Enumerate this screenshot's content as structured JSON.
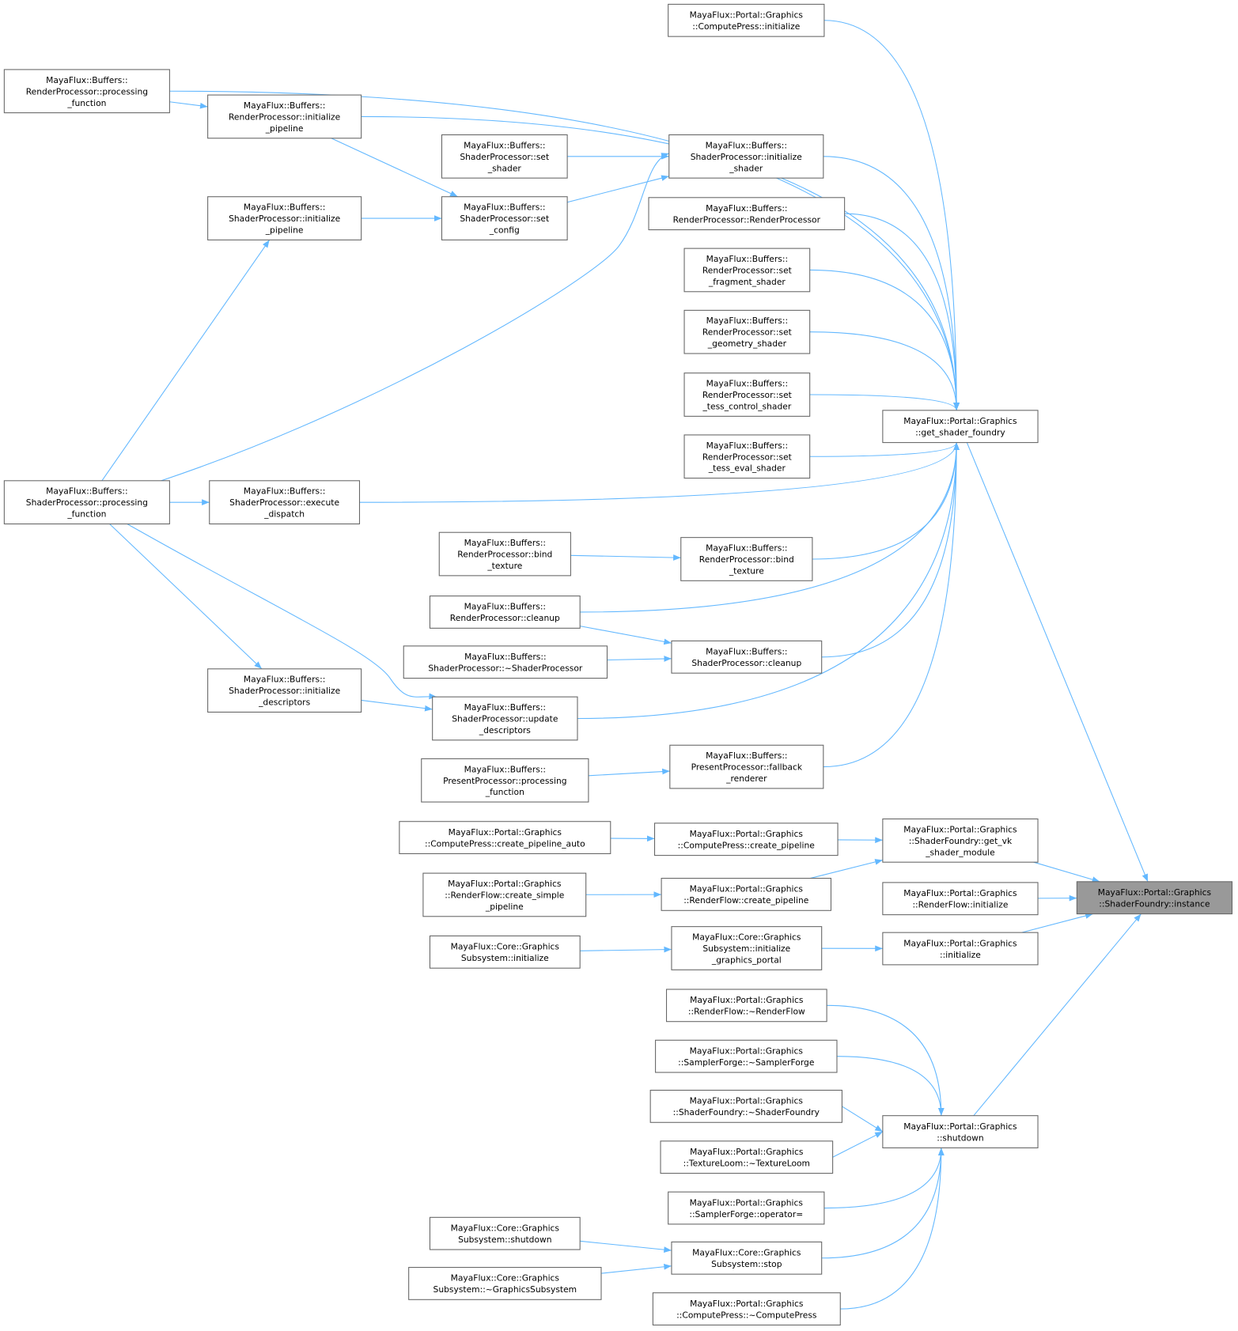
{
  "title": "Caller graph: MayaFlux::Portal::Graphics::ShaderFoundry::instance",
  "colors": {
    "edge": "#63b8ff",
    "highlight_fill": "#999999",
    "node_border": "#666666"
  },
  "nodes": [
    {
      "id": "instance",
      "lines": [
        "MayaFlux::Portal::Graphics",
        "::ShaderFoundry::instance"
      ],
      "highlighted": true
    },
    {
      "id": "get_shader_foundry",
      "lines": [
        "MayaFlux::Portal::Graphics",
        "::get_shader_foundry"
      ]
    },
    {
      "id": "cp_initialize",
      "lines": [
        "MayaFlux::Portal::Graphics",
        "::ComputePress::initialize"
      ]
    },
    {
      "id": "rp_processing_function",
      "lines": [
        "MayaFlux::Buffers::",
        "RenderProcessor::processing",
        "_function"
      ]
    },
    {
      "id": "rp_initialize_pipeline",
      "lines": [
        "MayaFlux::Buffers::",
        "RenderProcessor::initialize",
        "_pipeline"
      ]
    },
    {
      "id": "sp_set_shader",
      "lines": [
        "MayaFlux::Buffers::",
        "ShaderProcessor::set",
        "_shader"
      ]
    },
    {
      "id": "sp_initialize_shader",
      "lines": [
        "MayaFlux::Buffers::",
        "ShaderProcessor::initialize",
        "_shader"
      ]
    },
    {
      "id": "rp_ctor",
      "lines": [
        "MayaFlux::Buffers::",
        "RenderProcessor::RenderProcessor"
      ]
    },
    {
      "id": "sp_initialize_pipeline",
      "lines": [
        "MayaFlux::Buffers::",
        "ShaderProcessor::initialize",
        "_pipeline"
      ]
    },
    {
      "id": "sp_set_config",
      "lines": [
        "MayaFlux::Buffers::",
        "ShaderProcessor::set",
        "_config"
      ]
    },
    {
      "id": "rp_set_fragment_shader",
      "lines": [
        "MayaFlux::Buffers::",
        "RenderProcessor::set",
        "_fragment_shader"
      ]
    },
    {
      "id": "rp_set_geometry_shader",
      "lines": [
        "MayaFlux::Buffers::",
        "RenderProcessor::set",
        "_geometry_shader"
      ]
    },
    {
      "id": "rp_set_tess_control_shader",
      "lines": [
        "MayaFlux::Buffers::",
        "RenderProcessor::set",
        "_tess_control_shader"
      ]
    },
    {
      "id": "rp_set_tess_eval_shader",
      "lines": [
        "MayaFlux::Buffers::",
        "RenderProcessor::set",
        "_tess_eval_shader"
      ]
    },
    {
      "id": "sp_processing_function",
      "lines": [
        "MayaFlux::Buffers::",
        "ShaderProcessor::processing",
        "_function"
      ]
    },
    {
      "id": "sp_execute_dispatch",
      "lines": [
        "MayaFlux::Buffers::",
        "ShaderProcessor::execute",
        "_dispatch"
      ]
    },
    {
      "id": "rp_bind_texture_a",
      "lines": [
        "MayaFlux::Buffers::",
        "RenderProcessor::bind",
        "_texture"
      ]
    },
    {
      "id": "rp_bind_texture_b",
      "lines": [
        "MayaFlux::Buffers::",
        "RenderProcessor::bind",
        "_texture"
      ]
    },
    {
      "id": "rp_cleanup",
      "lines": [
        "MayaFlux::Buffers::",
        "RenderProcessor::cleanup"
      ]
    },
    {
      "id": "sp_dtor",
      "lines": [
        "MayaFlux::Buffers::",
        "ShaderProcessor::~ShaderProcessor"
      ]
    },
    {
      "id": "sp_cleanup",
      "lines": [
        "MayaFlux::Buffers::",
        "ShaderProcessor::cleanup"
      ]
    },
    {
      "id": "sp_initialize_descriptors",
      "lines": [
        "MayaFlux::Buffers::",
        "ShaderProcessor::initialize",
        "_descriptors"
      ]
    },
    {
      "id": "sp_update_descriptors",
      "lines": [
        "MayaFlux::Buffers::",
        "ShaderProcessor::update",
        "_descriptors"
      ]
    },
    {
      "id": "pp_fallback_renderer",
      "lines": [
        "MayaFlux::Buffers::",
        "PresentProcessor::fallback",
        "_renderer"
      ]
    },
    {
      "id": "pp_processing_function",
      "lines": [
        "MayaFlux::Buffers::",
        "PresentProcessor::processing",
        "_function"
      ]
    },
    {
      "id": "sf_get_vk_shader_module",
      "lines": [
        "MayaFlux::Portal::Graphics",
        "::ShaderFoundry::get_vk",
        "_shader_module"
      ]
    },
    {
      "id": "cp_create_pipeline_auto",
      "lines": [
        "MayaFlux::Portal::Graphics",
        "::ComputePress::create_pipeline_auto"
      ]
    },
    {
      "id": "cp_create_pipeline",
      "lines": [
        "MayaFlux::Portal::Graphics",
        "::ComputePress::create_pipeline"
      ]
    },
    {
      "id": "rf_create_simple_pipeline",
      "lines": [
        "MayaFlux::Portal::Graphics",
        "::RenderFlow::create_simple",
        "_pipeline"
      ]
    },
    {
      "id": "rf_create_pipeline",
      "lines": [
        "MayaFlux::Portal::Graphics",
        "::RenderFlow::create_pipeline"
      ]
    },
    {
      "id": "rf_initialize",
      "lines": [
        "MayaFlux::Portal::Graphics",
        "::RenderFlow::initialize"
      ]
    },
    {
      "id": "gs_initialize",
      "lines": [
        "MayaFlux::Core::Graphics",
        "Subsystem::initialize"
      ]
    },
    {
      "id": "gs_initialize_graphics_portal",
      "lines": [
        "MayaFlux::Core::Graphics",
        "Subsystem::initialize",
        "_graphics_portal"
      ]
    },
    {
      "id": "portal_initialize",
      "lines": [
        "MayaFlux::Portal::Graphics",
        "::initialize"
      ]
    },
    {
      "id": "rf_dtor",
      "lines": [
        "MayaFlux::Portal::Graphics",
        "::RenderFlow::~RenderFlow"
      ]
    },
    {
      "id": "sampler_dtor",
      "lines": [
        "MayaFlux::Portal::Graphics",
        "::SamplerForge::~SamplerForge"
      ]
    },
    {
      "id": "sf_dtor",
      "lines": [
        "MayaFlux::Portal::Graphics",
        "::ShaderFoundry::~ShaderFoundry"
      ]
    },
    {
      "id": "tl_dtor",
      "lines": [
        "MayaFlux::Portal::Graphics",
        "::TextureLoom::~TextureLoom"
      ]
    },
    {
      "id": "sampler_assign",
      "lines": [
        "MayaFlux::Portal::Graphics",
        "::SamplerForge::operator="
      ]
    },
    {
      "id": "gs_shutdown",
      "lines": [
        "MayaFlux::Core::Graphics",
        "Subsystem::shutdown"
      ]
    },
    {
      "id": "gs_stop",
      "lines": [
        "MayaFlux::Core::Graphics",
        "Subsystem::stop"
      ]
    },
    {
      "id": "gs_dtor",
      "lines": [
        "MayaFlux::Core::Graphics",
        "Subsystem::~GraphicsSubsystem"
      ]
    },
    {
      "id": "portal_shutdown",
      "lines": [
        "MayaFlux::Portal::Graphics",
        "::shutdown"
      ]
    },
    {
      "id": "cp_dtor",
      "lines": [
        "MayaFlux::Portal::Graphics",
        "::ComputePress::~ComputePress"
      ]
    }
  ],
  "edges": [
    [
      1,
      0
    ],
    [
      25,
      0
    ],
    [
      30,
      0
    ],
    [
      33,
      0
    ],
    [
      42,
      0
    ],
    [
      2,
      1
    ],
    [
      3,
      1
    ],
    [
      4,
      1
    ],
    [
      6,
      1
    ],
    [
      7,
      1
    ],
    [
      10,
      1
    ],
    [
      11,
      1
    ],
    [
      12,
      1
    ],
    [
      13,
      1
    ],
    [
      15,
      1
    ],
    [
      17,
      1
    ],
    [
      18,
      1
    ],
    [
      20,
      1
    ],
    [
      22,
      1
    ],
    [
      23,
      1
    ],
    [
      3,
      4
    ],
    [
      5,
      6
    ],
    [
      9,
      6
    ],
    [
      14,
      6
    ],
    [
      4,
      9
    ],
    [
      8,
      9
    ],
    [
      14,
      8
    ],
    [
      14,
      15
    ],
    [
      16,
      17
    ],
    [
      18,
      20
    ],
    [
      19,
      20
    ],
    [
      14,
      21
    ],
    [
      14,
      22
    ],
    [
      21,
      22
    ],
    [
      24,
      23
    ],
    [
      26,
      27
    ],
    [
      27,
      25
    ],
    [
      29,
      25
    ],
    [
      28,
      29
    ],
    [
      31,
      32
    ],
    [
      32,
      33
    ],
    [
      34,
      42
    ],
    [
      35,
      42
    ],
    [
      36,
      42
    ],
    [
      37,
      42
    ],
    [
      38,
      42
    ],
    [
      40,
      42
    ],
    [
      43,
      42
    ],
    [
      39,
      40
    ],
    [
      41,
      40
    ]
  ]
}
